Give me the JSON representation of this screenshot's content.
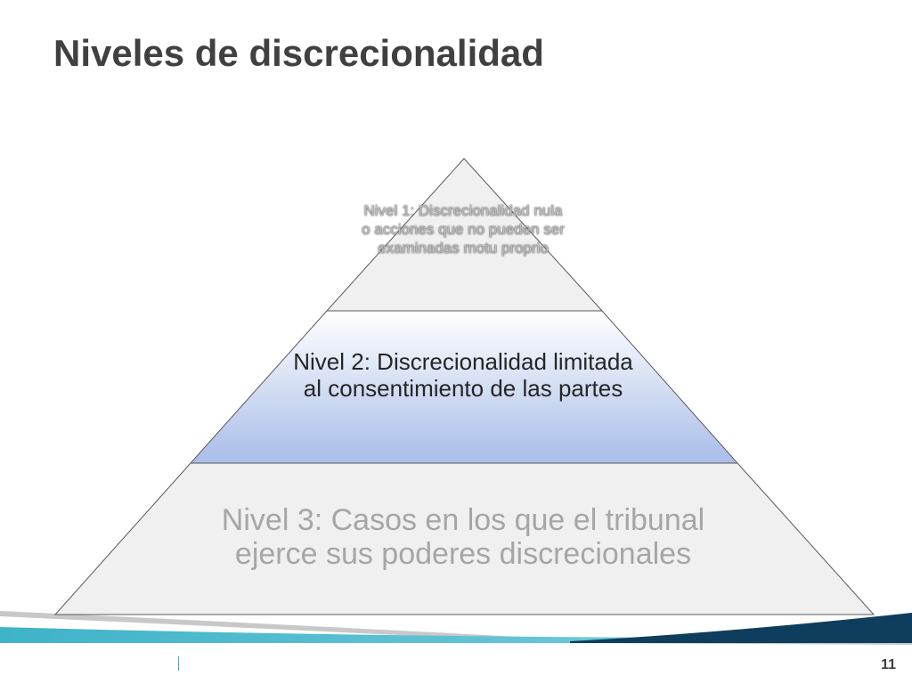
{
  "slide": {
    "title": "Niveles de discrecionalidad",
    "page_number": "11"
  },
  "pyramid": {
    "levels": [
      {
        "text": "Nivel 1: Discrecionalidad nula o acciones que no pueden ser examinadas motu proprio"
      },
      {
        "text": "Nivel 2: Discrecionalidad limitada al consentimiento de las partes"
      },
      {
        "text": "Nivel 3: Casos en los que el tribunal ejerce sus poderes discrecionales"
      }
    ]
  },
  "colors": {
    "title": "#404040",
    "level_fill_light": "#f0f0f0",
    "level_2_gradient_top": "#ffffff",
    "level_2_gradient_bottom": "#a9bde8",
    "outline": "#595959",
    "accent_teal": "#3fb3c9",
    "accent_navy": "#0e3d5e"
  }
}
